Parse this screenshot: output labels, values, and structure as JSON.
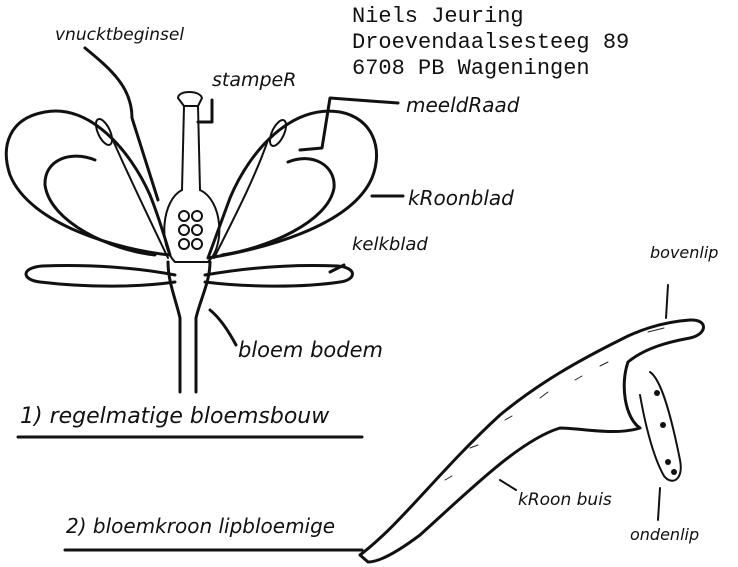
{
  "address": {
    "name": "Niels Jeuring",
    "street": "Droevendaalsesteeg 89",
    "city": "6708 PB Wageningen"
  },
  "figure1": {
    "labels": {
      "vruchtbeginsel": "vnucktbeginsel",
      "stamper": "stampeR",
      "meeldraad": "meeldRaad",
      "kroonblad": "kRoonblad",
      "kelkblad": "kelkblad",
      "bloembodem": "bloem bodem"
    },
    "caption": "1) regelmatige bloemsbouw"
  },
  "figure2": {
    "labels": {
      "bovenlip": "bovenlip",
      "kroonbuis": "kRoon buis",
      "onderlip": "ondenlip"
    },
    "caption": "2) bloemkroon lipbloemige"
  }
}
